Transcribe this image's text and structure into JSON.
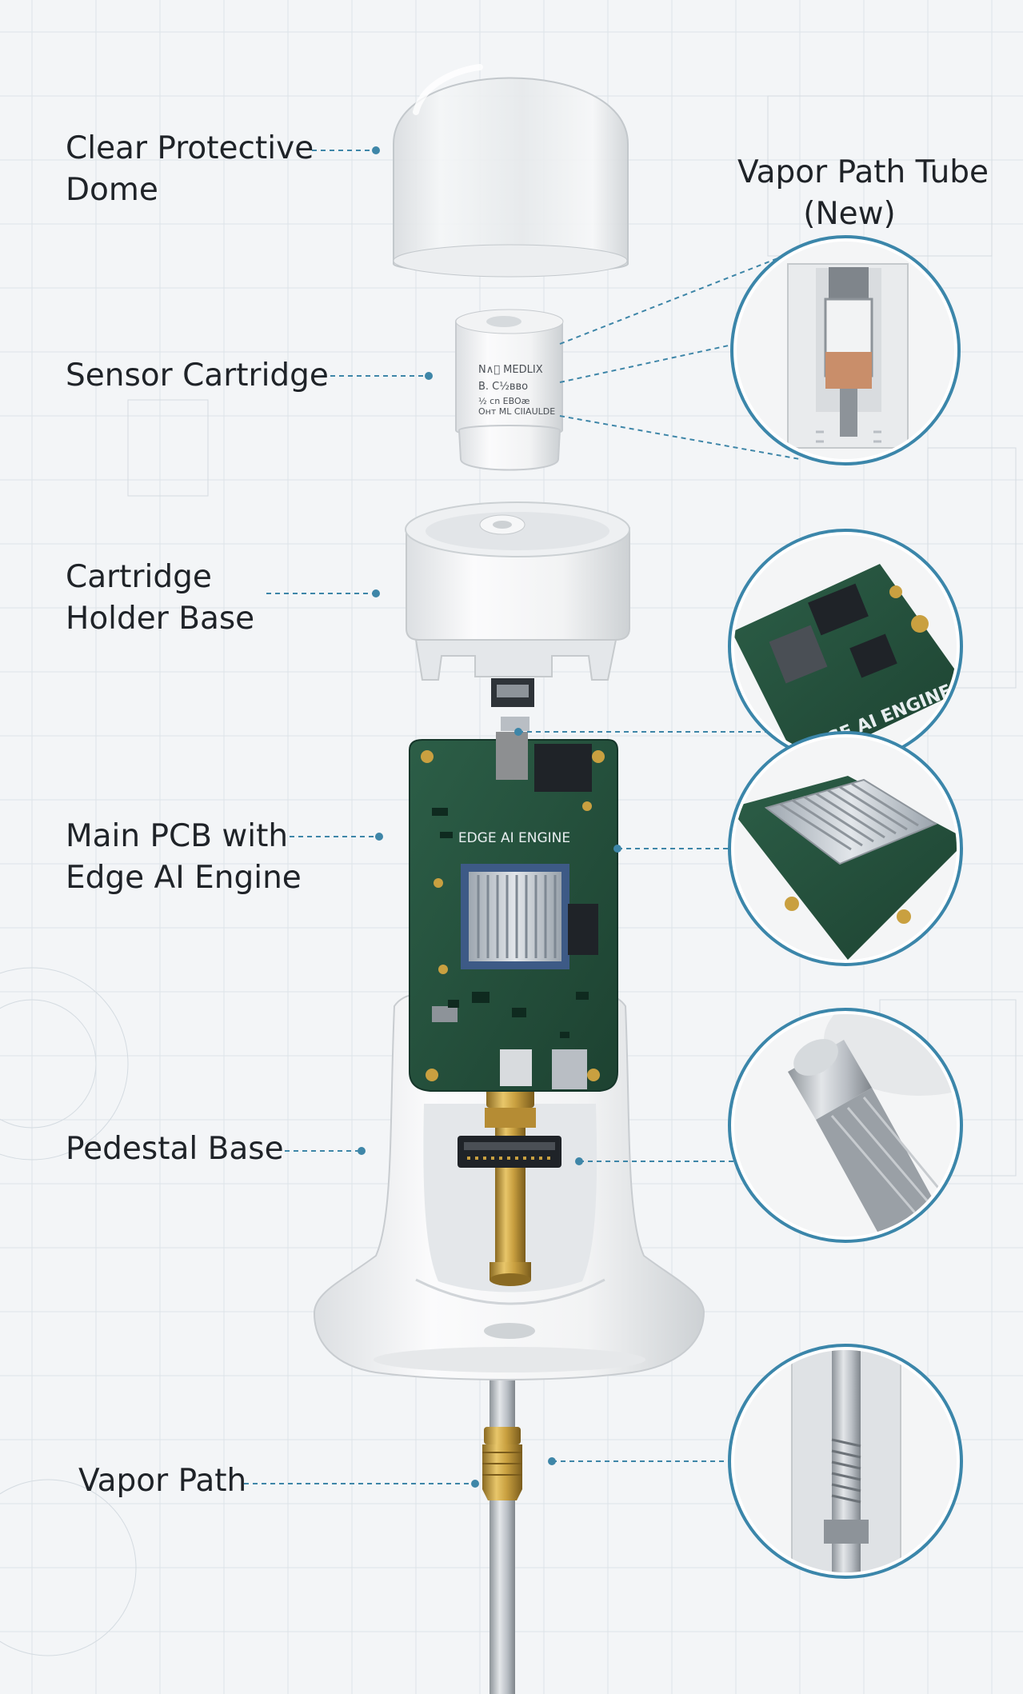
{
  "labels": {
    "dome": [
      "Clear Protective",
      "Dome"
    ],
    "vapor_tube": [
      "Vapor Path Tube",
      "(New)"
    ],
    "sensor_cartridge": "Sensor Cartridge",
    "holder_base": [
      "Cartridge",
      "Holder Base"
    ],
    "main_pcb": [
      "Main PCB with",
      "Edge AI Engine"
    ],
    "pedestal": "Pedestal Base",
    "vapor_path": "Vapor Path"
  },
  "cartridge_text": [
    "N∧⃥ MEDLIX",
    "B. C½вво",
    "½ cn EBOæ",
    "Oнт ML CIIAULDE"
  ],
  "pcb_text": "EDGE AI ENGINE",
  "callout_pcb_text": "EDGE AI ENGINE",
  "colors": {
    "background": "#f3f5f7",
    "leader": "#3e86a8",
    "callout_ring": "#3b86aa",
    "pcb": "#244f3c",
    "brass": "#c9a040",
    "steel": "#b9bec4"
  }
}
